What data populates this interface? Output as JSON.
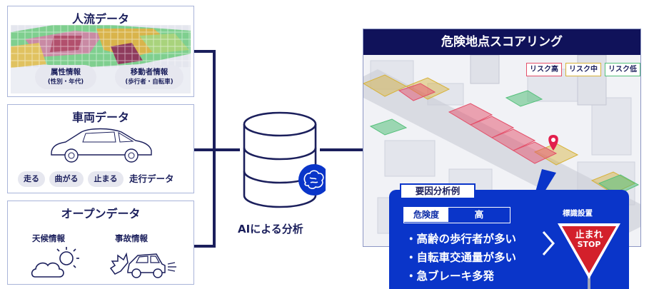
{
  "people_panel": {
    "title": "人流データ",
    "attr_label": "属性情報",
    "attr_sub": "(性別・年代)",
    "mover_label": "移動者情報",
    "mover_sub": "(歩行者・自転車)"
  },
  "vehicle_panel": {
    "title": "車両データ",
    "chips": [
      "走る",
      "曲がる",
      "止まる"
    ],
    "running_data": "走行データ"
  },
  "open_panel": {
    "title": "オープンデータ",
    "weather": "天候情報",
    "accident": "事故情報"
  },
  "ai": {
    "label": "AIによる分析"
  },
  "score_panel": {
    "title": "危険地点スコアリング",
    "legend": [
      "リスク高",
      "リスク中",
      "リスク低"
    ],
    "legend_colors": [
      "#e4506a",
      "#d7b23a",
      "#54c07a"
    ]
  },
  "analysis": {
    "title": "要因分析例",
    "risk_key": "危険度",
    "risk_value": "高",
    "factors": [
      "・高齢の歩行者が多い",
      "・自転車交通量が多い",
      "・急ブレーキ多発"
    ],
    "sign_label": "標識設置",
    "sign_top": "止まれ",
    "sign_bottom": "STOP"
  },
  "colors": {
    "navy": "#10125a",
    "blue": "#0a35c9",
    "sign_red": "#d3202b"
  }
}
